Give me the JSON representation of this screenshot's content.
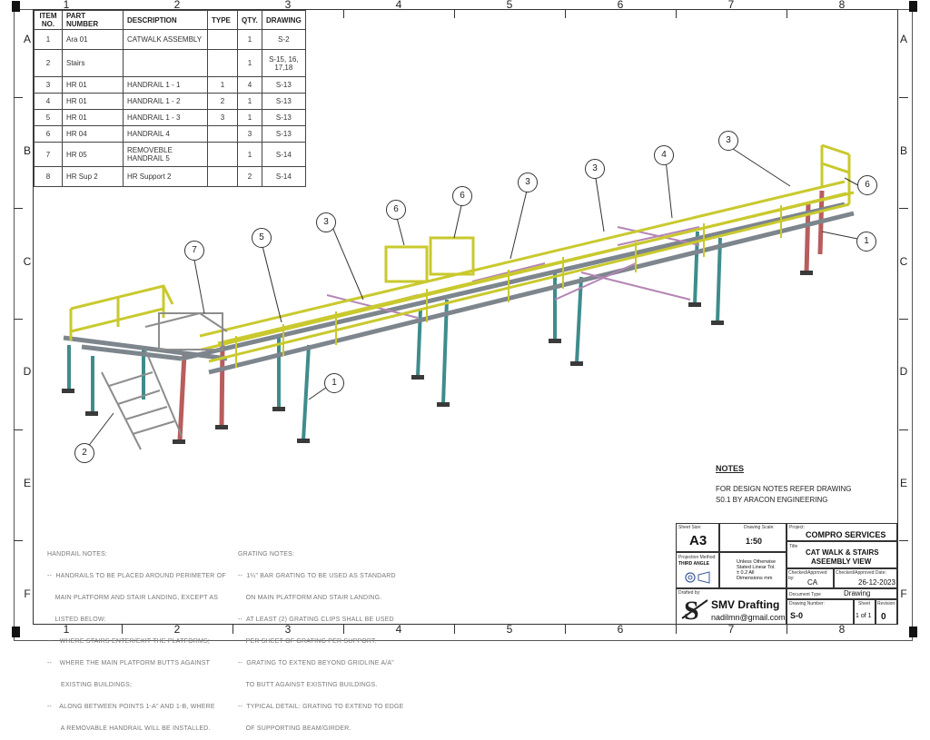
{
  "zones": {
    "columns": [
      "1",
      "2",
      "3",
      "4",
      "5",
      "6",
      "7",
      "8"
    ],
    "rows": [
      "A",
      "B",
      "C",
      "D",
      "E",
      "F"
    ]
  },
  "bom": {
    "headers": [
      "ITEM NO.",
      "PART NUMBER",
      "DESCRIPTION",
      "TYPE",
      "QTY.",
      "DRAWING"
    ],
    "rows": [
      {
        "item": "1",
        "part": "Ara 01",
        "desc": "CATWALK ASSEMBLY",
        "type": "",
        "qty": "1",
        "drawing": "S-2"
      },
      {
        "item": "2",
        "part": "Stairs",
        "desc": "",
        "type": "",
        "qty": "1",
        "drawing": "S-15, 16, 17,18"
      },
      {
        "item": "3",
        "part": "HR 01",
        "desc": "HANDRAIL 1 - 1",
        "type": "1",
        "qty": "4",
        "drawing": "S-13"
      },
      {
        "item": "4",
        "part": "HR 01",
        "desc": "HANDRAIL 1 - 2",
        "type": "2",
        "qty": "1",
        "drawing": "S-13"
      },
      {
        "item": "5",
        "part": "HR 01",
        "desc": "HANDRAIL 1 - 3",
        "type": "3",
        "qty": "1",
        "drawing": "S-13"
      },
      {
        "item": "6",
        "part": "HR 04",
        "desc": "HANDRAIL 4",
        "type": "",
        "qty": "3",
        "drawing": "S-13"
      },
      {
        "item": "7",
        "part": "HR 05",
        "desc": "REMOVEBLE HANDRAIL 5",
        "type": "",
        "qty": "1",
        "drawing": "S-14"
      },
      {
        "item": "8",
        "part": "HR Sup 2",
        "desc": "HR Support 2",
        "type": "",
        "qty": "2",
        "drawing": "S-14"
      }
    ]
  },
  "balloons": [
    "1",
    "2",
    "3",
    "4",
    "5",
    "6",
    "7"
  ],
  "notes": {
    "title": "NOTES",
    "line1": "FOR DESIGN NOTES REFER DRAWING",
    "line2": "S0.1 BY ARACON ENGINEERING"
  },
  "handrail_notes": [
    "HANDRAIL NOTES:",
    "--  HANDRAILS TO BE PLACED AROUND PERIMETER OF",
    "    MAIN PLATFORM AND STAIR LANDING, EXCEPT AS",
    "    LISTED BELOW:",
    "--    WHERE STAIRS ENTER/EXIT THE PLATFORMS;",
    "--    WHERE THE MAIN PLATFORM BUTTS AGAINST",
    "       EXISTING BUILDINGS;",
    "--    ALONG BETWEEN POINTS 1-A\" AND 1-B, WHERE",
    "       A REMOVABLE HANDRAIL WILL BE INSTALLED."
  ],
  "grating_notes": [
    "GRATING NOTES:",
    "--  1¼\" BAR GRATING TO BE USED AS STANDARD",
    "    ON MAIN PLATFORM AND STAIR LANDING.",
    "--  AT LEAST (2) GRATING CLIPS SHALL BE USED",
    "    PER SHEET OF GRATING PER SUPPORT.",
    "--  GRATING TO EXTEND BEYOND GRIDLINE A/A\"",
    "    TO BUTT AGAINST EXISTING BUILDINGS.",
    "--  TYPICAL DETAIL: GRATING TO EXTEND TO EDGE",
    "    OF SUPPORTING BEAM/GIRDER."
  ],
  "title_block": {
    "sheet_size_label": "Sheet Size:",
    "sheet_size": "A3",
    "scale_label": "Drawing Scale:",
    "scale": "1:50",
    "project_label": "Project:",
    "project": "COMPRO SERVICES",
    "title_label": "Title",
    "title_line1": "CAT WALK & STAIRS",
    "title_line2": "ASEEMBLY VIEW",
    "projection_label": "Projection Method:",
    "projection": "THIRD ANGLE",
    "tolerance_line1": "Unless Otherwise",
    "tolerance_line2": "Stated Linear Tol.",
    "tolerance_line3": "± 0.2 All",
    "tolerance_line4": "Dimensions mm",
    "checked_label": "Checked/Approved by:",
    "checked": "CA",
    "date_label": "Checked/Approved Date:",
    "date": "26-12-2023",
    "drafted_label": "Drafted by:",
    "company": "SMV Drafting",
    "email": "nadilmn@gmail.com",
    "doc_type_label": "Document Type",
    "doc_type": "Drawing",
    "drawing_number_label": "Drawing Number:",
    "drawing_number": "S-0",
    "sheet_label": "Sheet",
    "sheet": "1 of 1",
    "revision_label": "Revision:",
    "revision": "0"
  },
  "colors": {
    "handrail": "#d4d43a",
    "column_red": "#c46b6b",
    "column_teal": "#5aa7a7",
    "beam_grey": "#8d949c",
    "brace_purple": "#b98ab9"
  }
}
